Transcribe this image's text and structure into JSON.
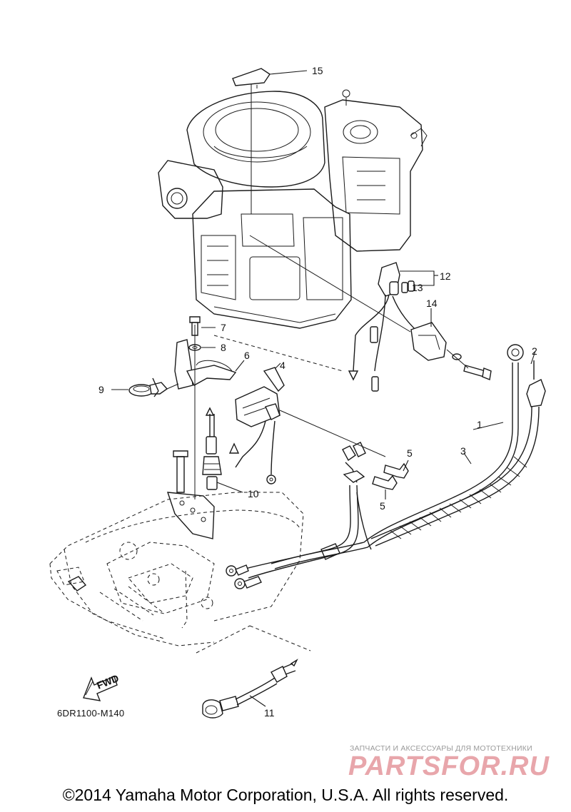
{
  "callouts": {
    "c1": "1",
    "c2": "2",
    "c3": "3",
    "c4": "4",
    "c5a": "5",
    "c5b": "5",
    "c6": "6",
    "c7": "7",
    "c8": "8",
    "c9": "9",
    "c10": "10",
    "c11": "11",
    "c12": "12",
    "c13": "13",
    "c14": "14",
    "c15": "15"
  },
  "fwd_label": "FWD",
  "diagram_code": "6DR1100-M140",
  "watermark": {
    "tagline": "ЗАПЧАСТИ И АКСЕССУАРЫ ДЛЯ МОТОТЕХНИКИ",
    "brand": "PARTSFOR.RU"
  },
  "copyright": "©2014 Yamaha Motor Corporation, U.S.A. All rights reserved."
}
